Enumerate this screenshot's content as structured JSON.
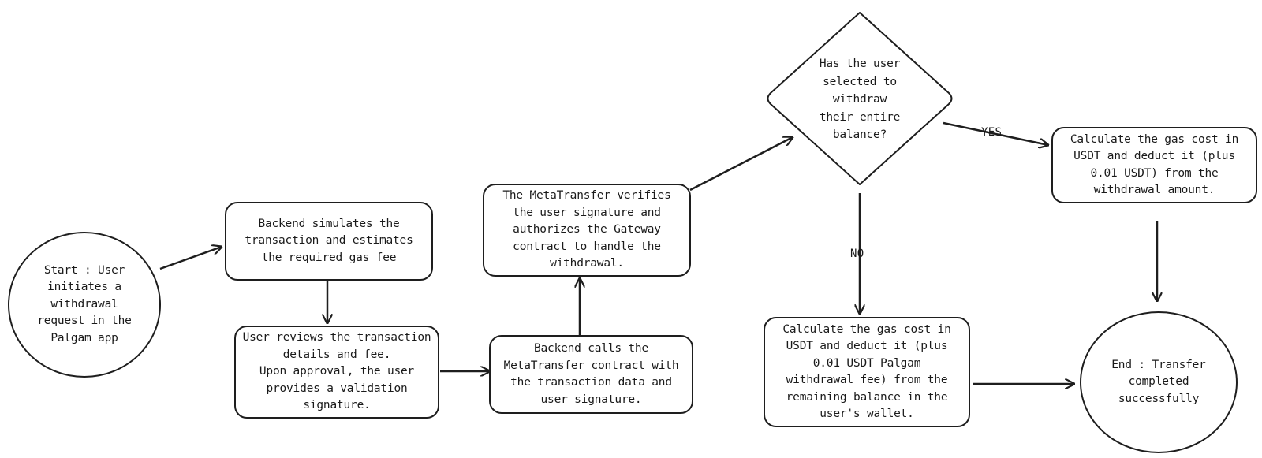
{
  "nodes": {
    "start": "Start : User\ninitiates a\nwithdrawal\nrequest in the\nPalgam app",
    "simulate": "Backend simulates the\ntransaction and estimates\nthe required gas fee",
    "review": "User reviews the transaction\ndetails and fee.\nUpon approval, the user\nprovides a validation\nsignature.",
    "backend_call": "Backend calls the\nMetaTransfer contract with\nthe transaction data and\nuser signature.",
    "verify": "The MetaTransfer  verifies\nthe user signature and\nauthorizes the Gateway\ncontract to handle the\nwithdrawal.",
    "decision": "Has the user\nselected to\nwithdraw\ntheir entire\nbalance?",
    "yes_calc": "Calculate the gas cost in\nUSDT and deduct it (plus\n0.01 USDT) from the\nwithdrawal amount.",
    "no_calc": "Calculate the gas cost in\nUSDT and deduct it (plus\n0.01 USDT Palgam\nwithdrawal fee) from the\nremaining balance in the\nuser's wallet.",
    "end": "End : Transfer\ncompleted\nsuccessfully"
  },
  "edges": {
    "yes_label": "YES",
    "no_label": "NO"
  },
  "colors": {
    "stroke": "#1e1e1e",
    "text": "#1a1a1a",
    "background": "#ffffff"
  }
}
